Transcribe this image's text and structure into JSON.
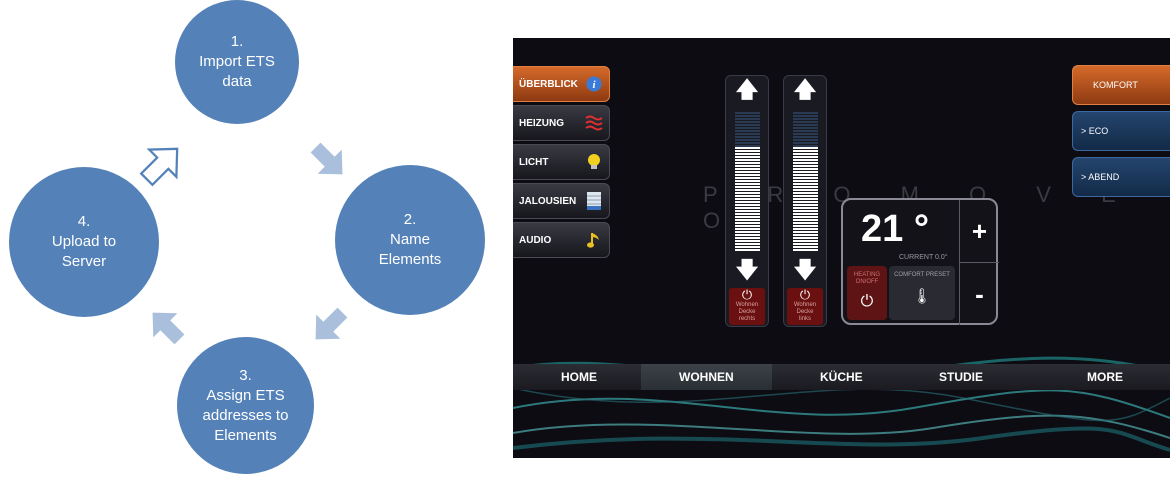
{
  "cycle": {
    "steps": [
      {
        "number": "1.",
        "lines": [
          "Import ETS",
          "data"
        ]
      },
      {
        "number": "2.",
        "lines": [
          "Name",
          "Elements"
        ]
      },
      {
        "number": "3.",
        "lines": [
          "Assign ETS",
          "addresses to",
          "Elements"
        ]
      },
      {
        "number": "4.",
        "lines": [
          "Upload to",
          "Server"
        ]
      }
    ],
    "colors": {
      "circle": "#5482b8",
      "arrow": "#a9bfdc",
      "arrow_outline": "#5482b8"
    }
  },
  "panel": {
    "watermark": "P R O M O V E O",
    "side_menu": [
      {
        "label": "ÜBERBLICK",
        "icon": "info-icon",
        "active": true
      },
      {
        "label": "HEIZUNG",
        "icon": "heating-icon",
        "active": false
      },
      {
        "label": "LICHT",
        "icon": "bulb-icon",
        "active": false
      },
      {
        "label": "JALOUSIEN",
        "icon": "blinds-icon",
        "active": false
      },
      {
        "label": "AUDIO",
        "icon": "music-note-icon",
        "active": false
      }
    ],
    "sliders": [
      {
        "power_lines": [
          "Wohnen",
          "Decke",
          "rechts"
        ],
        "level": 0.75
      },
      {
        "power_lines": [
          "Wohnen",
          "Decke",
          "links"
        ],
        "level": 0.75
      }
    ],
    "thermostat": {
      "temperature": "21 °",
      "current": "CURRENT 0.0°",
      "plus": "+",
      "minus": "-",
      "heating": "HEATING ON/OFF",
      "preset": "COMFORT PRESET"
    },
    "presets": [
      {
        "label": "KOMFORT",
        "selected": true
      },
      {
        "label": ">   ECO",
        "selected": false
      },
      {
        "label": ">   ABEND",
        "selected": false
      }
    ],
    "nav": [
      "HOME",
      "WOHNEN",
      "KÜCHE",
      "STUDIE",
      "MORE"
    ],
    "colors": {
      "accent": "#d46a2a",
      "blue": "#24456e",
      "heating": "#6a1010"
    }
  }
}
